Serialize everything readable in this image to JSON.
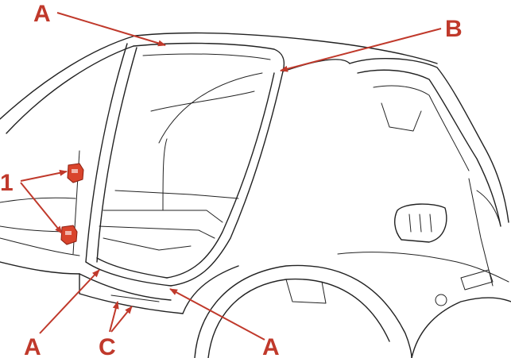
{
  "labels": {
    "a_top": "A",
    "b": "B",
    "one": "1",
    "a_bottom_left": "A",
    "c": "C",
    "a_bottom_right": "A"
  },
  "colors": {
    "callout": "#c0392b",
    "outline": "#222222",
    "clip": "#d9442c"
  }
}
